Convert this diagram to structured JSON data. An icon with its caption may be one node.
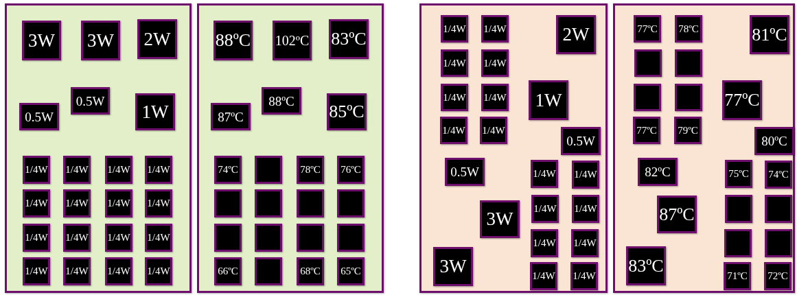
{
  "diagram": {
    "nodes": [
      {
        "text": [],
        "shape": "box"
      },
      {
        "text": [
          "3W"
        ],
        "in": 0
      },
      {
        "text": [
          "3W"
        ],
        "in": 0
      },
      {
        "text": [
          "2W"
        ],
        "in": 0
      },
      {
        "text": [
          "0.5W"
        ],
        "in": 0
      },
      {
        "text": [
          "0.5W"
        ],
        "in": 0
      },
      {
        "text": [
          "1W"
        ],
        "in": 0
      },
      {
        "text": [
          "1/4W"
        ],
        "in": 0
      },
      {
        "text": [
          "1/4W"
        ],
        "in": 0
      },
      {
        "text": [
          "1/4W"
        ],
        "in": 0
      },
      {
        "text": [
          "1/4W"
        ],
        "in": 0
      },
      {
        "text": [
          "1/4W"
        ],
        "in": 0
      },
      {
        "text": [
          "1/4W"
        ],
        "in": 0
      },
      {
        "text": [
          "1/4W"
        ],
        "in": 0
      },
      {
        "text": [
          "1/4W"
        ],
        "in": 0
      },
      {
        "text": [
          "1/4W"
        ],
        "in": 0
      },
      {
        "text": [
          "1/4W"
        ],
        "in": 0
      },
      {
        "text": [
          "1/4W"
        ],
        "in": 0
      },
      {
        "text": [
          "1/4W"
        ],
        "in": 0
      },
      {
        "text": [
          "1/4W"
        ],
        "in": 0
      },
      {
        "text": [
          "1/4W"
        ],
        "in": 0
      },
      {
        "text": [
          "1/4W"
        ],
        "in": 0
      },
      {
        "text": [
          "1/4W"
        ],
        "in": 0
      },
      {
        "text": [],
        "shape": "box"
      },
      {
        "text": [
          "88ºC"
        ],
        "in": 23
      },
      {
        "text": [
          "102ºC"
        ],
        "in": 23
      },
      {
        "text": [
          "83ºC"
        ],
        "in": 23
      },
      {
        "text": [
          "87ºC"
        ],
        "in": 23
      },
      {
        "text": [
          "88ºC"
        ],
        "in": 23
      },
      {
        "text": [
          "85ºC"
        ],
        "in": 23
      },
      {
        "text": [
          "74ºC"
        ],
        "in": 23
      },
      {
        "text": [],
        "shape": "box",
        "in": 23
      },
      {
        "text": [
          "78ºC"
        ],
        "in": 23
      },
      {
        "text": [
          "76ºC"
        ],
        "in": 23
      },
      {
        "text": [],
        "shape": "box",
        "in": 23
      },
      {
        "text": [],
        "shape": "box",
        "in": 23
      },
      {
        "text": [],
        "shape": "box",
        "in": 23
      },
      {
        "text": [],
        "shape": "box",
        "in": 23
      },
      {
        "text": [],
        "shape": "box",
        "in": 23
      },
      {
        "text": [],
        "shape": "box",
        "in": 23
      },
      {
        "text": [],
        "shape": "box",
        "in": 23
      },
      {
        "text": [],
        "shape": "box",
        "in": 23
      },
      {
        "text": [
          "66ºC"
        ],
        "in": 23
      },
      {
        "text": [],
        "shape": "box",
        "in": 23
      },
      {
        "text": [
          "68ºC"
        ],
        "in": 23
      },
      {
        "text": [
          "65ºC"
        ],
        "in": 23
      },
      {
        "text": [],
        "shape": "box"
      },
      {
        "text": [
          "1/4W"
        ],
        "in": 46
      },
      {
        "text": [
          "1/4W"
        ],
        "in": 46
      },
      {
        "text": [
          "2W"
        ],
        "in": 46
      },
      {
        "text": [
          "1/4W"
        ],
        "in": 46
      },
      {
        "text": [
          "1/4W"
        ],
        "in": 46
      },
      {
        "text": [
          "1/4W"
        ],
        "in": 46
      },
      {
        "text": [
          "1/4W"
        ],
        "in": 46
      },
      {
        "text": [
          "1W"
        ],
        "in": 46
      },
      {
        "text": [
          "1/4W"
        ],
        "in": 46
      },
      {
        "text": [
          "1/4W"
        ],
        "in": 46
      },
      {
        "text": [
          "0.5W"
        ],
        "in": 46
      },
      {
        "text": [
          "0.5W"
        ],
        "in": 46
      },
      {
        "text": [
          "1/4W"
        ],
        "in": 46
      },
      {
        "text": [
          "1/4W"
        ],
        "in": 46
      },
      {
        "text": [
          "1/4W"
        ],
        "in": 46
      },
      {
        "text": [
          "1/4W"
        ],
        "in": 46
      },
      {
        "text": [
          "3W"
        ],
        "in": 46
      },
      {
        "text": [
          "1/4W"
        ],
        "in": 46
      },
      {
        "text": [
          "1/4W"
        ],
        "in": 46
      },
      {
        "text": [
          "3W"
        ],
        "in": 46
      },
      {
        "text": [
          "1/4W"
        ],
        "in": 46
      },
      {
        "text": [
          "1/4W"
        ],
        "in": 46
      },
      {
        "text": [],
        "shape": "box"
      },
      {
        "text": [
          "77ºC"
        ],
        "in": 69
      },
      {
        "text": [
          "78ºC"
        ],
        "in": 69
      },
      {
        "text": [
          "81ºC"
        ],
        "in": 69
      },
      {
        "text": [],
        "shape": "box",
        "in": 69
      },
      {
        "text": [],
        "shape": "box",
        "in": 69
      },
      {
        "text": [],
        "shape": "box",
        "in": 69
      },
      {
        "text": [],
        "shape": "box",
        "in": 69
      },
      {
        "text": [
          "77ºC"
        ],
        "in": 69
      },
      {
        "text": [
          "77ºC"
        ],
        "in": 69
      },
      {
        "text": [
          "79ºC"
        ],
        "in": 69
      },
      {
        "text": [
          "80ºC"
        ],
        "in": 69
      },
      {
        "text": [
          "82ºC"
        ],
        "in": 69
      },
      {
        "text": [
          "75ºC"
        ],
        "in": 69
      },
      {
        "text": [
          "74ºC"
        ],
        "in": 69
      },
      {
        "text": [],
        "shape": "box",
        "in": 69
      },
      {
        "text": [],
        "shape": "box",
        "in": 69
      },
      {
        "text": [
          "87ºC"
        ],
        "in": 69
      },
      {
        "text": [],
        "shape": "box",
        "in": 69
      },
      {
        "text": [],
        "shape": "box",
        "in": 69
      },
      {
        "text": [
          "83ºC"
        ],
        "in": 69
      },
      {
        "text": [
          "71ºC"
        ],
        "in": 69
      },
      {
        "text": [
          "72ºC"
        ],
        "in": 69
      }
    ],
    "edges": []
  }
}
